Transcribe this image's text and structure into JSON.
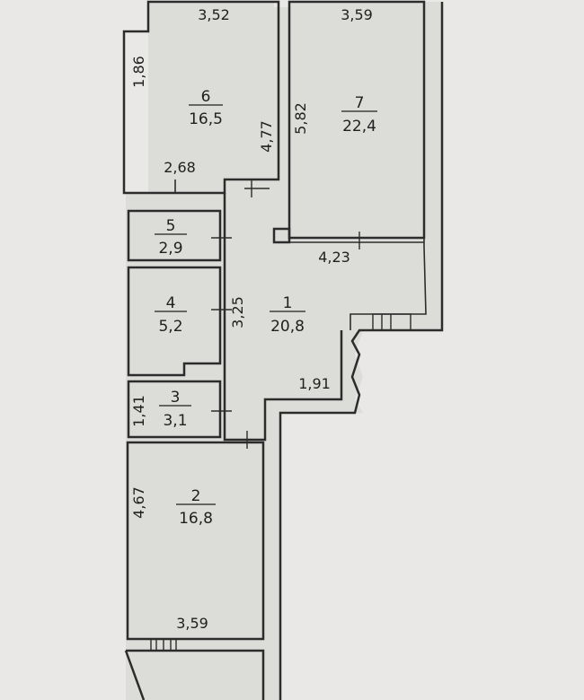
{
  "colors": {
    "paper": "#e9e8e6",
    "interior": "#dcdcd9",
    "wall": "#2c2c2c",
    "text": "#1f1f1f"
  },
  "rooms": [
    {
      "id": "room-1",
      "number": "1",
      "area": "20,8"
    },
    {
      "id": "room-2",
      "number": "2",
      "area": "16,8"
    },
    {
      "id": "room-3",
      "number": "3",
      "area": "3,1"
    },
    {
      "id": "room-4",
      "number": "4",
      "area": "5,2"
    },
    {
      "id": "room-5",
      "number": "5",
      "area": "2,9"
    },
    {
      "id": "room-6",
      "number": "6",
      "area": "16,5"
    },
    {
      "id": "room-7",
      "number": "7",
      "area": "22,4"
    }
  ],
  "dimensions": {
    "room6_top": "3,52",
    "room6_left": "1,86",
    "room6_bottom": "2,68",
    "room6_right": "4,77",
    "room7_top": "3,59",
    "room7_left": "5,82",
    "room7_bottom": "4,23",
    "hall_left": "3,25",
    "hall_bottom": "1,91",
    "room3_left": "1,41",
    "room2_left": "4,67",
    "room2_bottom": "3,59"
  }
}
